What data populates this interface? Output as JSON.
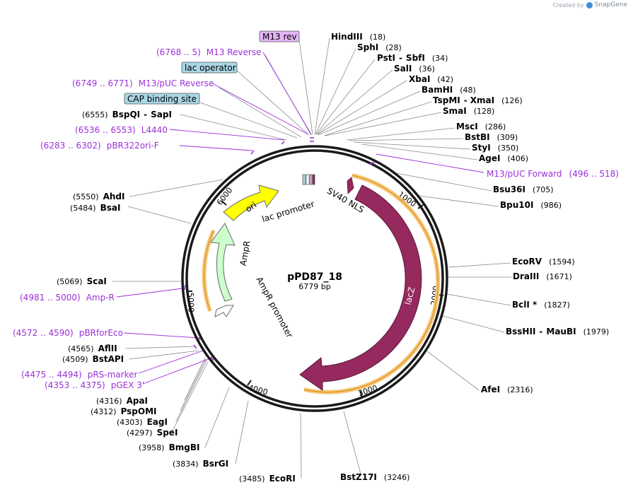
{
  "credit": {
    "created_by": "Created by",
    "brand": "SnapGene"
  },
  "plasmid": {
    "name": "pPD87_18",
    "length": "6779 bp"
  },
  "colors": {
    "backbone": "#1a1a1a",
    "lacZ": "#96295e",
    "lacZ_border": "#5a1a3a",
    "ori": "#ffff00",
    "ampR": "#ccffcc",
    "ampR_border": "#6a6a6a",
    "highlight": "#f7c87a",
    "primer": "#9b30d9",
    "leader": "#888888",
    "boxed_purple": "#e4b5f5",
    "boxed_blue": "#a9d6e5"
  },
  "ticks": [
    {
      "label": "1000"
    },
    {
      "label": "2000"
    },
    {
      "label": "3000"
    },
    {
      "label": "4000"
    },
    {
      "label": "5000"
    },
    {
      "label": "6000"
    }
  ],
  "features": {
    "lacZ": "lacZ",
    "sv40": "SV40 NLS",
    "lac_promoter": "lac promoter",
    "ori": "ori",
    "ampR": "AmpR",
    "ampR_promoter": "AmpR promoter"
  },
  "boxes": {
    "m13rev": "M13 rev",
    "lac_operator": "lac operator",
    "cap": "CAP binding site"
  },
  "left_labels": [
    {
      "name": "M13 Reverse",
      "range": "(6768 .. 5)",
      "kind": "primer"
    },
    {
      "name": "M13/pUC Reverse",
      "range": "(6749 .. 6771)",
      "kind": "primer"
    },
    {
      "name": "BspQI",
      "name2": "SapI",
      "range": "(6555)",
      "kind": "enzyme"
    },
    {
      "name": "L4440",
      "range": "(6536 .. 6553)",
      "kind": "primer"
    },
    {
      "name": "pBR322ori-F",
      "range": "(6283 .. 6302)",
      "kind": "primer"
    },
    {
      "name": "AhdI",
      "range": "(5550)",
      "kind": "enzyme"
    },
    {
      "name": "BsaI",
      "range": "(5484)",
      "kind": "enzyme"
    },
    {
      "name": "ScaI",
      "range": "(5069)",
      "kind": "enzyme"
    },
    {
      "name": "Amp-R",
      "range": "(4981 .. 5000)",
      "kind": "primer"
    },
    {
      "name": "pBRforEco",
      "range": "(4572 .. 4590)",
      "kind": "primer"
    },
    {
      "name": "AflII",
      "range": "(4565)",
      "kind": "enzyme"
    },
    {
      "name": "BstAPI",
      "range": "(4509)",
      "kind": "enzyme"
    },
    {
      "name": "pRS-marker",
      "range": "(4475 .. 4494)",
      "kind": "primer"
    },
    {
      "name": "pGEX 3'",
      "range": "(4353 .. 4375)",
      "kind": "primer"
    },
    {
      "name": "ApaI",
      "range": "(4316)",
      "kind": "enzyme"
    },
    {
      "name": "PspOMI",
      "range": "(4312)",
      "kind": "enzyme"
    },
    {
      "name": "EagI",
      "range": "(4303)",
      "kind": "enzyme"
    },
    {
      "name": "SpeI",
      "range": "(4297)",
      "kind": "enzyme"
    },
    {
      "name": "BmgBI",
      "range": "(3958)",
      "kind": "enzyme"
    },
    {
      "name": "BsrGI",
      "range": "(3834)",
      "kind": "enzyme"
    },
    {
      "name": "EcoRI",
      "range": "(3485)",
      "kind": "enzyme"
    }
  ],
  "right_labels": [
    {
      "name": "HindIII",
      "pos": "(18)",
      "kind": "enzyme"
    },
    {
      "name": "SphI",
      "pos": "(28)",
      "kind": "enzyme"
    },
    {
      "name": "PstI",
      "name2": "SbfI",
      "pos": "(34)",
      "kind": "enzyme"
    },
    {
      "name": "SalI",
      "pos": "(36)",
      "kind": "enzyme"
    },
    {
      "name": "XbaI",
      "pos": "(42)",
      "kind": "enzyme"
    },
    {
      "name": "BamHI",
      "pos": "(48)",
      "kind": "enzyme"
    },
    {
      "name": "TspMI",
      "name2": "XmaI",
      "pos": "(126)",
      "kind": "enzyme"
    },
    {
      "name": "SmaI",
      "pos": "(128)",
      "kind": "enzyme"
    },
    {
      "name": "MscI",
      "pos": "(286)",
      "kind": "enzyme"
    },
    {
      "name": "BstBI",
      "pos": "(309)",
      "kind": "enzyme"
    },
    {
      "name": "StyI",
      "pos": "(350)",
      "kind": "enzyme"
    },
    {
      "name": "AgeI",
      "pos": "(406)",
      "kind": "enzyme"
    },
    {
      "name": "M13/pUC Forward",
      "pos": "(496 .. 518)",
      "kind": "primer"
    },
    {
      "name": "Bsu36I",
      "pos": "(705)",
      "kind": "enzyme"
    },
    {
      "name": "Bpu10I",
      "pos": "(986)",
      "kind": "enzyme"
    },
    {
      "name": "EcoRV",
      "pos": "(1594)",
      "kind": "enzyme"
    },
    {
      "name": "DraIII",
      "pos": "(1671)",
      "kind": "enzyme"
    },
    {
      "name": "BclI *",
      "pos": "(1827)",
      "kind": "enzyme"
    },
    {
      "name": "BssHII",
      "name2": "MauBI",
      "pos": "(1979)",
      "kind": "enzyme"
    },
    {
      "name": "AfeI",
      "pos": "(2316)",
      "kind": "enzyme"
    },
    {
      "name": "BstZ17I",
      "pos": "(3246)",
      "kind": "enzyme"
    }
  ]
}
